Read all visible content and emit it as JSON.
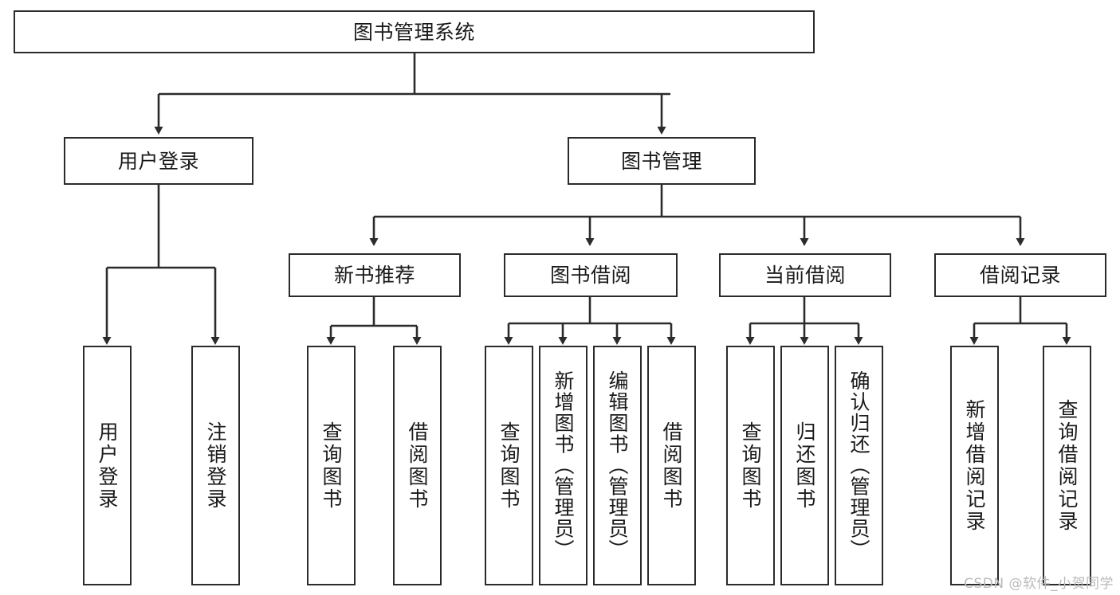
{
  "diagram": {
    "type": "tree-hierarchy-chart",
    "title": "图书管理系统",
    "background_color": "#ffffff",
    "line_color": "#2b2b2b",
    "text_color": "#1a1a1a",
    "levels": 4
  },
  "root": {
    "label": "图书管理系统"
  },
  "level2": [
    {
      "label": "用户登录"
    },
    {
      "label": "图书管理"
    }
  ],
  "level3": [
    {
      "label": "新书推荐"
    },
    {
      "label": "图书借阅"
    },
    {
      "label": "当前借阅"
    },
    {
      "label": "借阅记录"
    }
  ],
  "leaves": {
    "user_login": [
      {
        "label": "用户登录"
      },
      {
        "label": "注销登录"
      }
    ],
    "new_book": [
      {
        "label": "查询图书"
      },
      {
        "label": "借阅图书"
      }
    ],
    "book_borrow": [
      {
        "label": "查询图书"
      },
      {
        "label": "新增图书（管理员）"
      },
      {
        "label": "编辑图书（管理员）"
      },
      {
        "label": "借阅图书"
      }
    ],
    "current_borrow": [
      {
        "label": "查询图书"
      },
      {
        "label": "归还图书"
      },
      {
        "label": "确认归还（管理员）"
      }
    ],
    "borrow_record": [
      {
        "label": "新增借阅记录"
      },
      {
        "label": "查询借阅记录"
      }
    ]
  },
  "watermark": {
    "text": "CSDN @软件_小贺同学"
  }
}
